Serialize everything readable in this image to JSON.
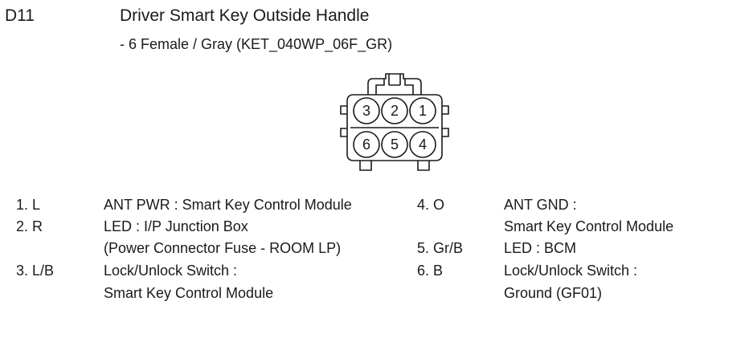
{
  "header": {
    "code": "D11",
    "title": "Driver Smart Key Outside Handle",
    "subtitle": "- 6 Female / Gray (KET_040WP_06F_GR)"
  },
  "connector": {
    "pins_top": [
      "3",
      "2",
      "1"
    ],
    "pins_bottom": [
      "6",
      "5",
      "4"
    ]
  },
  "pins": {
    "left": [
      {
        "number": "1. L",
        "lines": [
          "ANT PWR : Smart Key Control Module"
        ]
      },
      {
        "number": "2. R",
        "lines": [
          "LED : I/P Junction Box",
          "(Power Connector Fuse - ROOM LP)"
        ]
      },
      {
        "number": "3. L/B",
        "lines": [
          "Lock/Unlock Switch :",
          "Smart Key Control Module"
        ]
      }
    ],
    "right": [
      {
        "number": "4. O",
        "lines": [
          "ANT GND :",
          "Smart Key Control Module"
        ]
      },
      {
        "number": "5. Gr/B",
        "lines": [
          "LED : BCM"
        ]
      },
      {
        "number": "6. B",
        "lines": [
          "Lock/Unlock Switch :",
          "Ground (GF01)"
        ]
      }
    ]
  }
}
